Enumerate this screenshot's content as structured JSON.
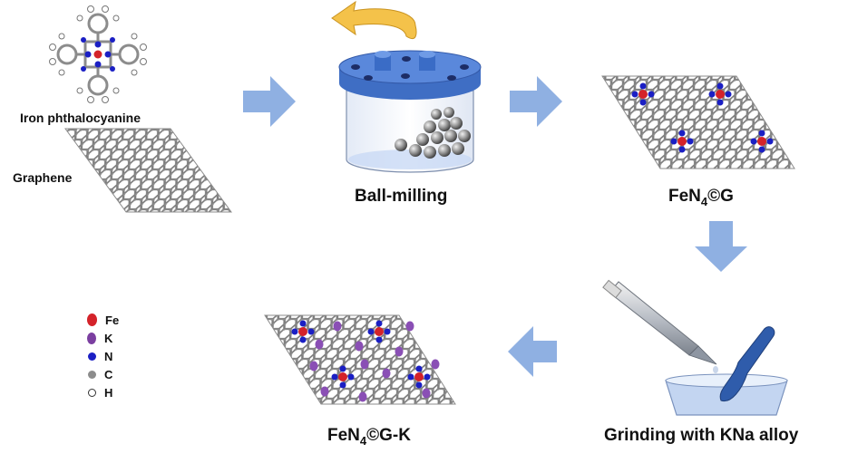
{
  "labels": {
    "precursor": "Iron phthalocyanine",
    "support": "Graphene",
    "step1": "Ball-milling",
    "product1_main": "FeN",
    "product1_sub": "4",
    "product1_tail": "©G",
    "step2": "Grinding with KNa alloy",
    "product2_main": "FeN",
    "product2_sub": "4",
    "product2_tail": "©G-K"
  },
  "legend": [
    {
      "label": "Fe",
      "color": "#d4232a"
    },
    {
      "label": "K",
      "color": "#7b3fa0"
    },
    {
      "label": "N",
      "color": "#1b1fc4"
    },
    {
      "label": "C",
      "color": "#8c8c8c"
    },
    {
      "label": "H",
      "color": "#ffffff"
    }
  ],
  "colors": {
    "arrow": "#8fb0e2",
    "rotate_arrow": "#f4c24a",
    "jar_lid": "#4f7fd6",
    "carbon": "#8c8c8c",
    "nitrogen": "#1b1fc4",
    "iron": "#d4232a",
    "potassium": "#7b3fa0"
  }
}
